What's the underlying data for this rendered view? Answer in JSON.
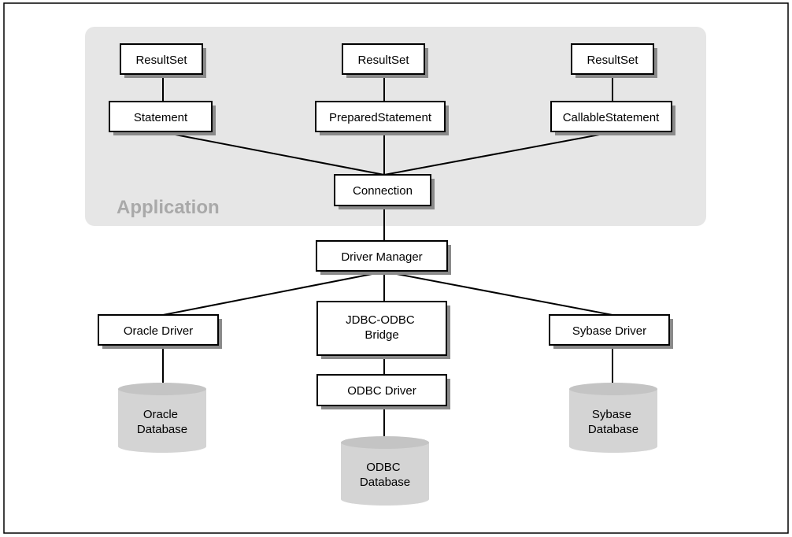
{
  "diagram": {
    "region_label": "Application",
    "boxes": {
      "resultset_1": "ResultSet",
      "resultset_2": "ResultSet",
      "resultset_3": "ResultSet",
      "statement": "Statement",
      "prepared_statement": "PreparedStatement",
      "callable_statement": "CallableStatement",
      "connection": "Connection",
      "driver_manager": "Driver Manager",
      "oracle_driver": "Oracle Driver",
      "jdbc_odbc_bridge": [
        "JDBC-ODBC",
        "Bridge"
      ],
      "sybase_driver": "Sybase Driver",
      "odbc_driver": "ODBC Driver"
    },
    "databases": {
      "oracle_database": [
        "Oracle",
        "Database"
      ],
      "odbc_database": [
        "ODBC",
        "Database"
      ],
      "sybase_database": [
        "Sybase",
        "Database"
      ]
    },
    "colors": {
      "region_fill": "#e6e6e6",
      "region_label": "#a9a9a9",
      "box_shadow": "#8a8a8a",
      "cylinder_fill": "#d4d4d4",
      "line": "#000000"
    }
  }
}
